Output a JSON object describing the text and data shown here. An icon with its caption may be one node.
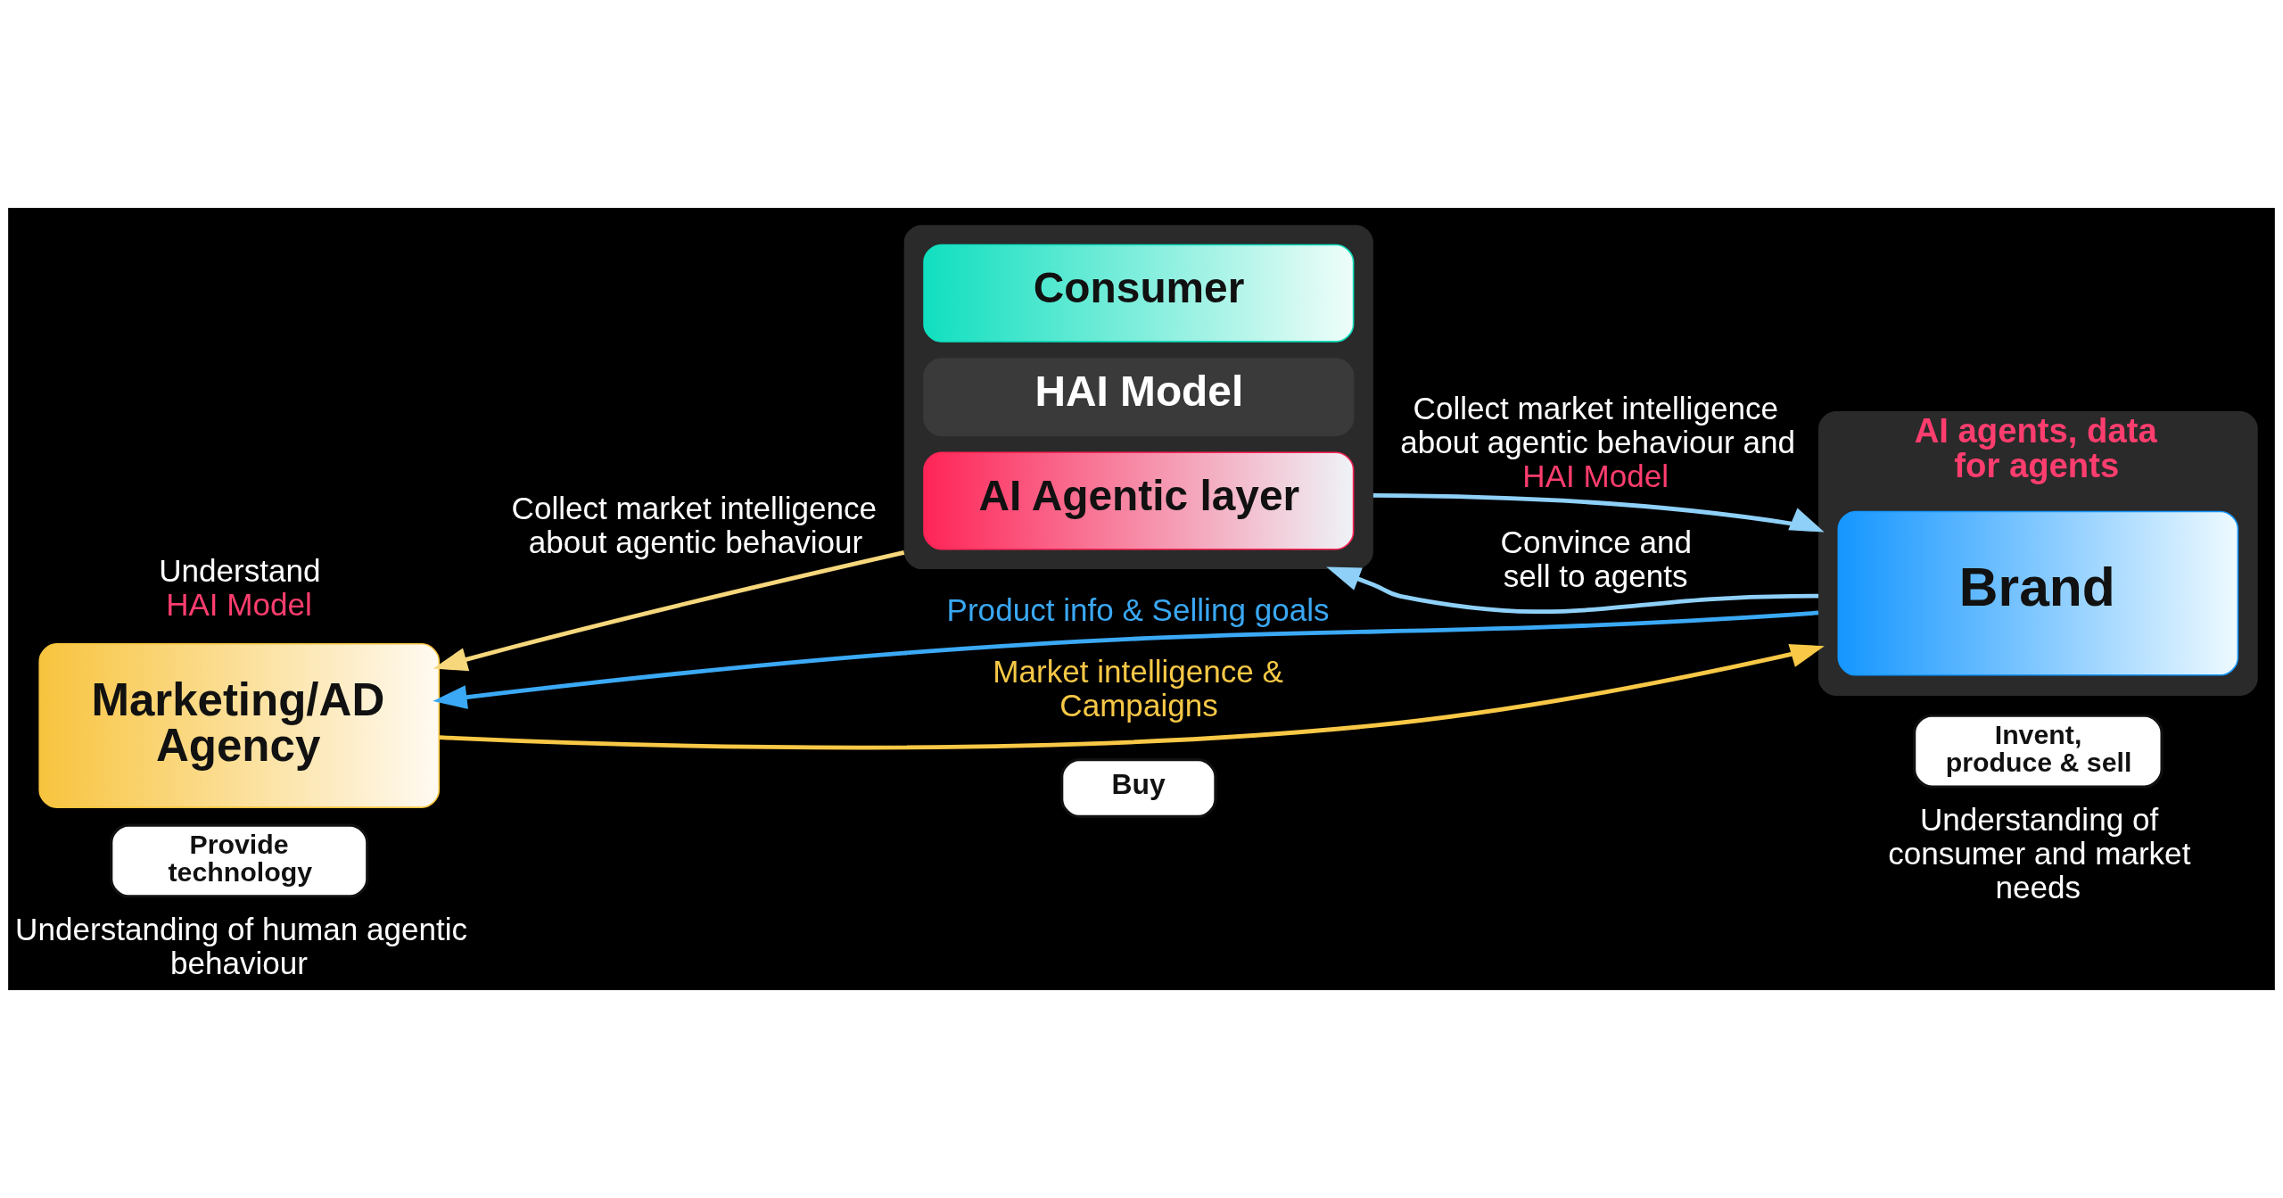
{
  "diagram": {
    "nodes": [
      {
        "text": [],
        "shape": "box"
      },
      {
        "text": [
          "Consumer"
        ],
        "in": 0
      },
      {
        "text": [
          "HAI Model"
        ],
        "in": 0
      },
      {
        "text": [
          "AI Agentic layer"
        ],
        "in": 0
      },
      {
        "text": [
          "Buy"
        ]
      },
      {
        "text": [
          "Marketing/AD Agency"
        ]
      },
      {
        "text": [
          "Provide technology"
        ]
      },
      {
        "text": [
          "AI agents, data for agents"
        ]
      },
      {
        "text": [
          "Brand"
        ],
        "in": 7
      },
      {
        "text": [
          "Invent, produce & sell"
        ]
      }
    ],
    "edges": [
      {
        "from": 0,
        "to": 5,
        "arrow": "to",
        "label": "Collect market intelligence about agentic behaviour",
        "color": "#f6d77c"
      },
      {
        "from": 0,
        "to": 7,
        "arrow": "to",
        "label": "Collect market intelligence about agentic behaviour and HAI Model",
        "color": "#8fd0f8"
      },
      {
        "from": 7,
        "to": 0,
        "arrow": "to",
        "label": "Convince and sell to agents",
        "color": "#8fd0f8"
      },
      {
        "from": 7,
        "to": 5,
        "arrow": "to",
        "label": "Product info & Selling goals",
        "color": "#3ba9f5"
      },
      {
        "from": 5,
        "to": 7,
        "arrow": "to",
        "label": "Market intelligence & Campaigns",
        "color": "#f8c846"
      }
    ],
    "labels": [
      "Understand HAI Model",
      "Understanding of human agentic behaviour",
      "Understanding of consumer and market needs"
    ]
  }
}
